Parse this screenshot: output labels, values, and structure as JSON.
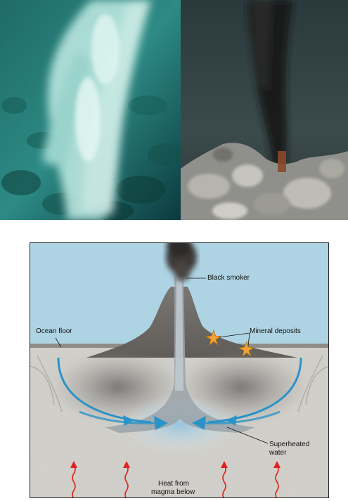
{
  "labels": {
    "black_smoker": "Black smoker",
    "ocean_floor": "Ocean floor",
    "mineral_deposits": "Mineral deposits",
    "superheated_water_line1": "Superheated",
    "superheated_water_line2": "water",
    "heat_line1": "Heat from",
    "heat_line2": "magma below"
  },
  "colors": {
    "sea": "#aed4e4",
    "crust": "#e2e0dc",
    "flow_arrows": "#2b93c8",
    "heat_arrows": "#e0221f",
    "chimney": "#6f6b66"
  },
  "icons": [
    "starfish-icon",
    "heat-arrow-icon",
    "water-flow-arrow-icon"
  ]
}
